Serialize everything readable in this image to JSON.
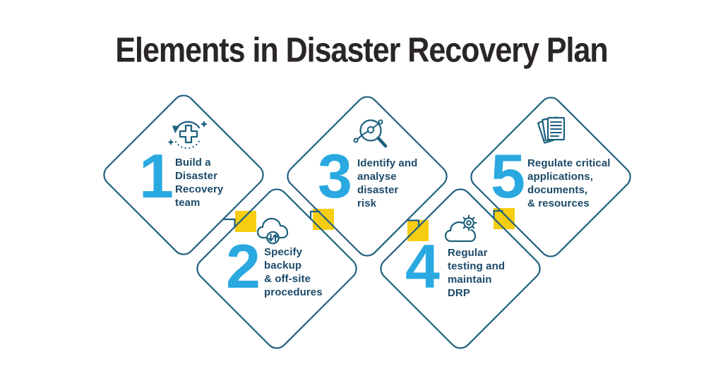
{
  "title": "Elements in Disaster Recovery Plan",
  "colors": {
    "accent_cyan": "#29a9e0",
    "text_navy": "#1c4a68",
    "outline_teal": "#20607f",
    "connector_yellow": "#f7cd11",
    "title_color": "#2a2526",
    "background": "#ffffff"
  },
  "steps": [
    {
      "number": "1",
      "label": "Build a\nDisaster\nRecovery\nteam",
      "icon": "recovery-cross-icon"
    },
    {
      "number": "2",
      "label": "Specify\nbackup\n& off-site\nprocedures",
      "icon": "cloud-backup-icon"
    },
    {
      "number": "3",
      "label": "Identify and\nanalyse\ndisaster\nrisk",
      "icon": "risk-analysis-icon"
    },
    {
      "number": "4",
      "label": "Regular\ntesting and\nmaintain\nDRP",
      "icon": "cloud-gear-icon"
    },
    {
      "number": "5",
      "label": "Regulate critical\napplications,\ndocuments,\n& resources",
      "icon": "documents-icon"
    }
  ]
}
